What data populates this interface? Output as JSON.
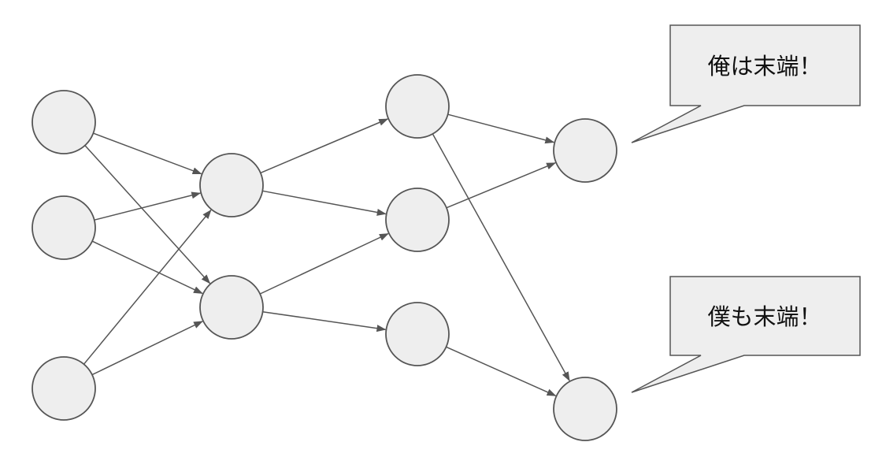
{
  "diagram": {
    "node_fill": "#eeeeee",
    "node_stroke": "#555555",
    "edge_color": "#555555",
    "callout_fill": "#eeeeee",
    "callout_stroke": "#555555",
    "nodes": [
      {
        "id": "a1"
      },
      {
        "id": "a2"
      },
      {
        "id": "a3"
      },
      {
        "id": "b1"
      },
      {
        "id": "b2"
      },
      {
        "id": "c1"
      },
      {
        "id": "c2"
      },
      {
        "id": "c3"
      },
      {
        "id": "d1"
      },
      {
        "id": "d2"
      }
    ],
    "edges": [
      {
        "from": "a1",
        "to": "b1"
      },
      {
        "from": "a1",
        "to": "b2"
      },
      {
        "from": "a2",
        "to": "b1"
      },
      {
        "from": "a2",
        "to": "b2"
      },
      {
        "from": "a3",
        "to": "b1"
      },
      {
        "from": "a3",
        "to": "b2"
      },
      {
        "from": "b1",
        "to": "c1"
      },
      {
        "from": "b1",
        "to": "c2"
      },
      {
        "from": "b2",
        "to": "c2"
      },
      {
        "from": "b2",
        "to": "c3"
      },
      {
        "from": "c1",
        "to": "d1"
      },
      {
        "from": "c1",
        "to": "d2"
      },
      {
        "from": "c2",
        "to": "d1"
      },
      {
        "from": "c3",
        "to": "d2"
      }
    ],
    "callouts": [
      {
        "text": "俺は末端！"
      },
      {
        "text": "僕も末端！"
      }
    ]
  }
}
